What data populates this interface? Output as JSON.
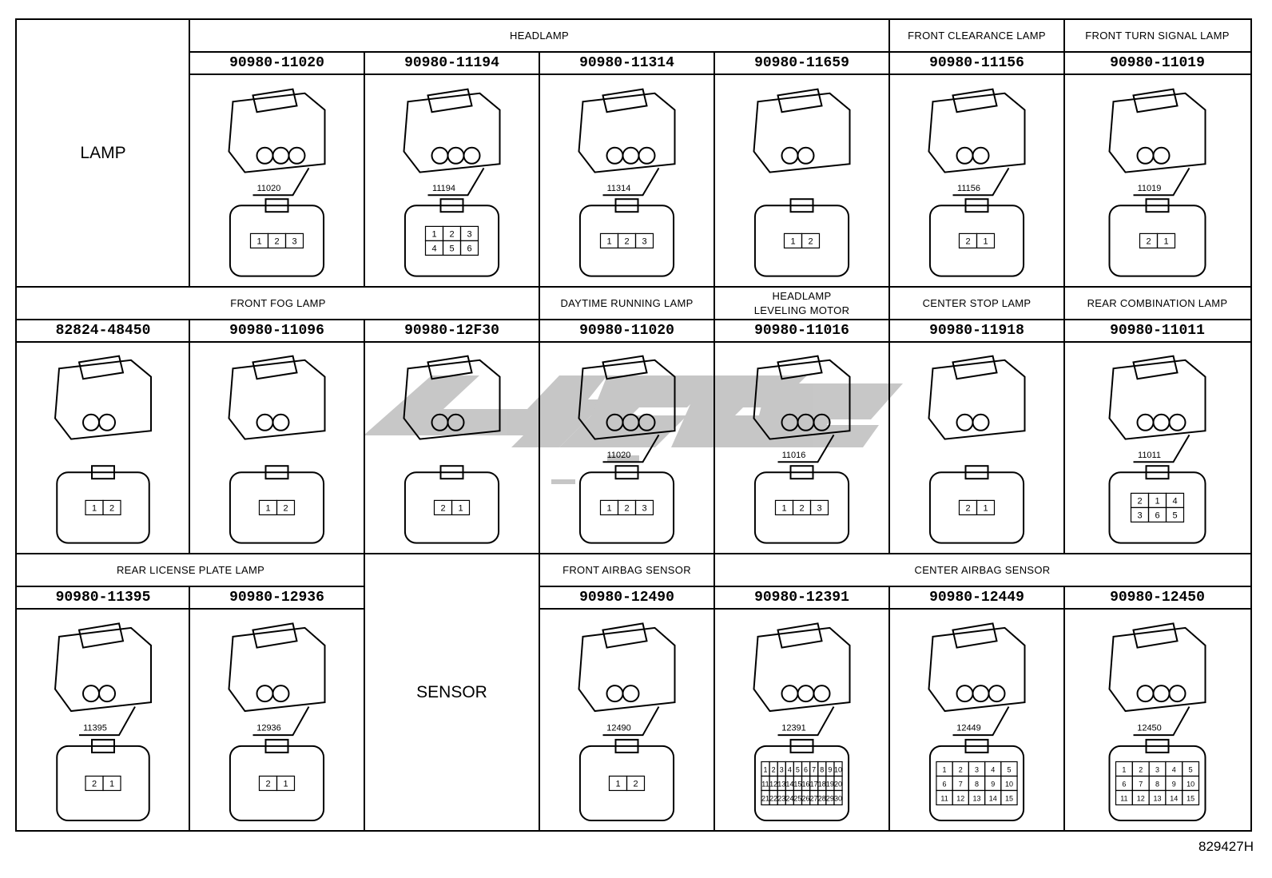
{
  "row1": {
    "group_label": "LAMP",
    "headers": {
      "headlamp": "HEADLAMP",
      "front_clearance": "FRONT CLEARANCE LAMP",
      "front_turn": "FRONT TURN SIGNAL LAMP"
    },
    "parts": [
      {
        "pn": "90980-11020",
        "tag": "11020",
        "pins": [
          "1",
          "2",
          "3"
        ]
      },
      {
        "pn": "90980-11194",
        "tag": "11194",
        "pins": [
          "1",
          "2",
          "3",
          "4",
          "5",
          "6"
        ]
      },
      {
        "pn": "90980-11314",
        "tag": "11314",
        "pins": [
          "1",
          "2",
          "3"
        ]
      },
      {
        "pn": "90980-11659",
        "tag": "",
        "pins": [
          "1",
          "2"
        ]
      },
      {
        "pn": "90980-11156",
        "tag": "11156",
        "pins": [
          "2",
          "1"
        ]
      },
      {
        "pn": "90980-11019",
        "tag": "11019",
        "pins": [
          "2",
          "1"
        ]
      }
    ]
  },
  "row2": {
    "headers": {
      "front_fog": "FRONT FOG LAMP",
      "daytime": "DAYTIME RUNNING LAMP",
      "leveling_line1": "HEADLAMP",
      "leveling_line2": "LEVELING MOTOR",
      "center_stop": "CENTER STOP LAMP",
      "rear_combination": "REAR COMBINATION LAMP"
    },
    "parts": [
      {
        "pn": "82824-48450",
        "tag": "",
        "pins": [
          "1",
          "2"
        ]
      },
      {
        "pn": "90980-11096",
        "tag": "",
        "pins": [
          "1",
          "2"
        ]
      },
      {
        "pn": "90980-12F30",
        "tag": "",
        "pins": [
          "2",
          "1"
        ]
      },
      {
        "pn": "90980-11020",
        "tag": "11020",
        "pins": [
          "1",
          "2",
          "3"
        ]
      },
      {
        "pn": "90980-11016",
        "tag": "11016",
        "pins": [
          "1",
          "2",
          "3"
        ]
      },
      {
        "pn": "90980-11918",
        "tag": "",
        "pins": [
          "2",
          "1"
        ]
      },
      {
        "pn": "90980-11011",
        "tag": "11011",
        "pins": [
          "2",
          "1",
          "4",
          "3",
          "6",
          "5"
        ]
      }
    ]
  },
  "row3": {
    "headers": {
      "rear_license": "REAR LICENSE PLATE LAMP",
      "front_airbag": "FRONT AIRBAG SENSOR",
      "center_airbag": "CENTER AIRBAG SENSOR"
    },
    "sensor_label": "SENSOR",
    "parts": [
      {
        "pn": "90980-11395",
        "tag": "11395",
        "pins": [
          "2",
          "1"
        ]
      },
      {
        "pn": "90980-12936",
        "tag": "12936",
        "pins": [
          "2",
          "1"
        ]
      },
      {
        "pn": "90980-12490",
        "tag": "12490",
        "pins": [
          "1",
          "2"
        ]
      },
      {
        "pn": "90980-12391",
        "tag": "12391",
        "pins": [
          "1",
          "2",
          "3",
          "4",
          "5",
          "6",
          "7",
          "8",
          "9",
          "10",
          "11",
          "12",
          "13",
          "14",
          "15",
          "16",
          "17",
          "18",
          "19",
          "20",
          "21",
          "22",
          "23",
          "24",
          "25",
          "26",
          "27",
          "28",
          "29",
          "30"
        ]
      },
      {
        "pn": "90980-12449",
        "tag": "12449",
        "pins": [
          "1",
          "2",
          "3",
          "4",
          "5",
          "6",
          "7",
          "8",
          "9",
          "10",
          "11",
          "12",
          "13",
          "14",
          "15"
        ]
      },
      {
        "pn": "90980-12450",
        "tag": "12450",
        "pins": [
          "1",
          "2",
          "3",
          "4",
          "5",
          "6",
          "7",
          "8",
          "9",
          "10",
          "11",
          "12",
          "13",
          "14",
          "15"
        ]
      }
    ]
  },
  "figure_id": "829427H"
}
